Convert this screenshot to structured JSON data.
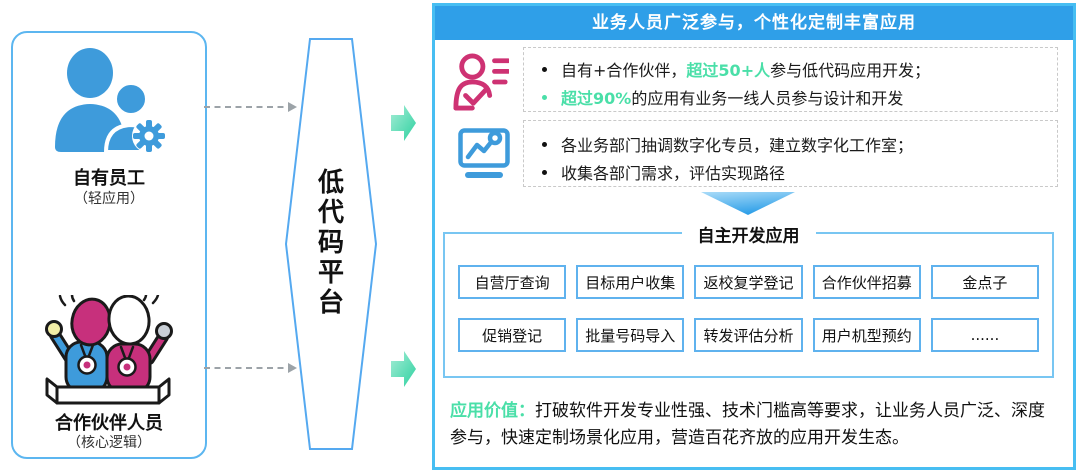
{
  "colors": {
    "header_blue": "#2F9FE8",
    "panel_border_cyan": "#47BEF2",
    "left_box_border": "#5CB6F0",
    "button_border": "#5FB2EE",
    "green_accent": "#4ADFA8",
    "pink_accent": "#CE3273",
    "icon_blue": "#3E9BDB",
    "connector_gray": "#9CA3A8"
  },
  "left_panel": {
    "groups": [
      {
        "icon": "team-gear-icon",
        "title": "自有员工",
        "subtitle": "（轻应用）"
      },
      {
        "icon": "partners-icon",
        "title": "合作伙伴人员",
        "subtitle": "（核心逻辑）"
      }
    ]
  },
  "platform": {
    "shape": "hexagon",
    "label": "低代码平台"
  },
  "connectors": {
    "style": "dashed-arrow",
    "count": 2
  },
  "flow_arrows": {
    "style": "green-right-arrow",
    "count": 2
  },
  "right_panel": {
    "header": "业务人员广泛参与，个性化定制丰富应用",
    "sections": [
      {
        "icon": "person-checklist-icon",
        "bullets": [
          {
            "prefix": "自有+合作伙伴，",
            "highlight": "超过50+人",
            "suffix": "参与低代码应用开发；",
            "dot": "black"
          },
          {
            "prefix": "",
            "highlight": "超过90%",
            "suffix": "的应用有业务一线人员参与设计和开发",
            "dot": "green"
          }
        ]
      },
      {
        "icon": "monitor-trend-icon",
        "bullets": [
          {
            "prefix": "各业务部门抽调数字化专员，建立数字化工作室；",
            "highlight": "",
            "suffix": "",
            "dot": "black"
          },
          {
            "prefix": "收集各部门需求，评估实现路径",
            "highlight": "",
            "suffix": "",
            "dot": "black"
          }
        ]
      }
    ],
    "apps": {
      "title": "自主开发应用",
      "rows": [
        [
          "自营厅查询",
          "目标用户收集",
          "返校复学登记",
          "合作伙伴招募",
          "金点子"
        ],
        [
          "促销登记",
          "批量号码导入",
          "转发评估分析",
          "用户机型预约",
          "......"
        ]
      ]
    },
    "value": {
      "label": "应用价值：",
      "text": "打破软件开发专业性强、技术门槛高等要求，让业务人员广泛、深度参与，快速定制场景化应用，营造百花齐放的应用开发生态。"
    }
  }
}
